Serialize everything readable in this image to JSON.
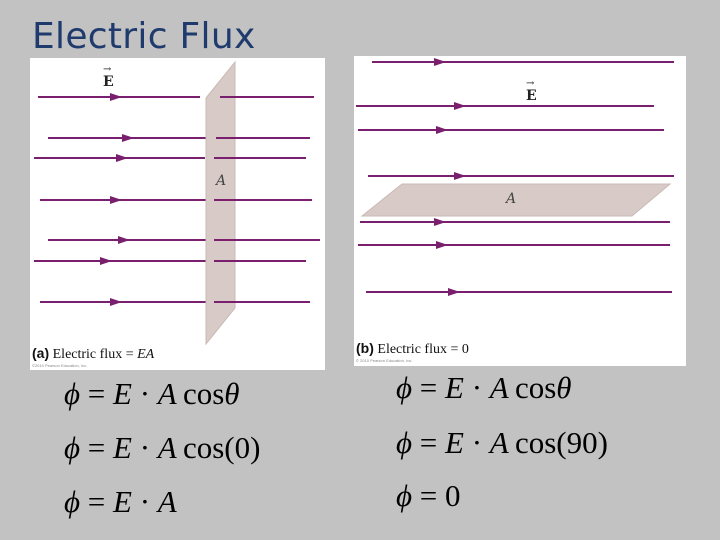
{
  "title": "Electric Flux",
  "colors": {
    "field_line": "#7a1f6e",
    "plane": "#d8cbc7",
    "title": "#1f3b6d"
  },
  "panel_a": {
    "vector_label": "E",
    "area_label": "A",
    "caption_tag": "(a)",
    "caption_text": "Electric flux = ",
    "caption_value": "EA",
    "copyright": "©2010 Pearson Education, Inc."
  },
  "panel_b": {
    "vector_label": "E",
    "area_label": "A",
    "caption_tag": "(b)",
    "caption_text": "Electric flux = 0",
    "copyright": "© 2010 Pearson Education, Inc."
  },
  "equations_left": {
    "line1": {
      "lhs": "ϕ",
      "mid": " = E · A",
      "fn": "cos",
      "arg": "θ"
    },
    "line2": {
      "lhs": "ϕ",
      "mid": " = E · A",
      "fn": "cos(0)"
    },
    "line3": {
      "lhs": "ϕ",
      "mid": " = E · A"
    }
  },
  "equations_right": {
    "line1": {
      "lhs": "ϕ",
      "mid": " = E · A",
      "fn": "cos",
      "arg": "θ"
    },
    "line2": {
      "lhs": "ϕ",
      "mid": " = E · A",
      "fn": "cos(90)"
    },
    "line3": {
      "lhs": "ϕ",
      "mid": " = 0"
    }
  }
}
